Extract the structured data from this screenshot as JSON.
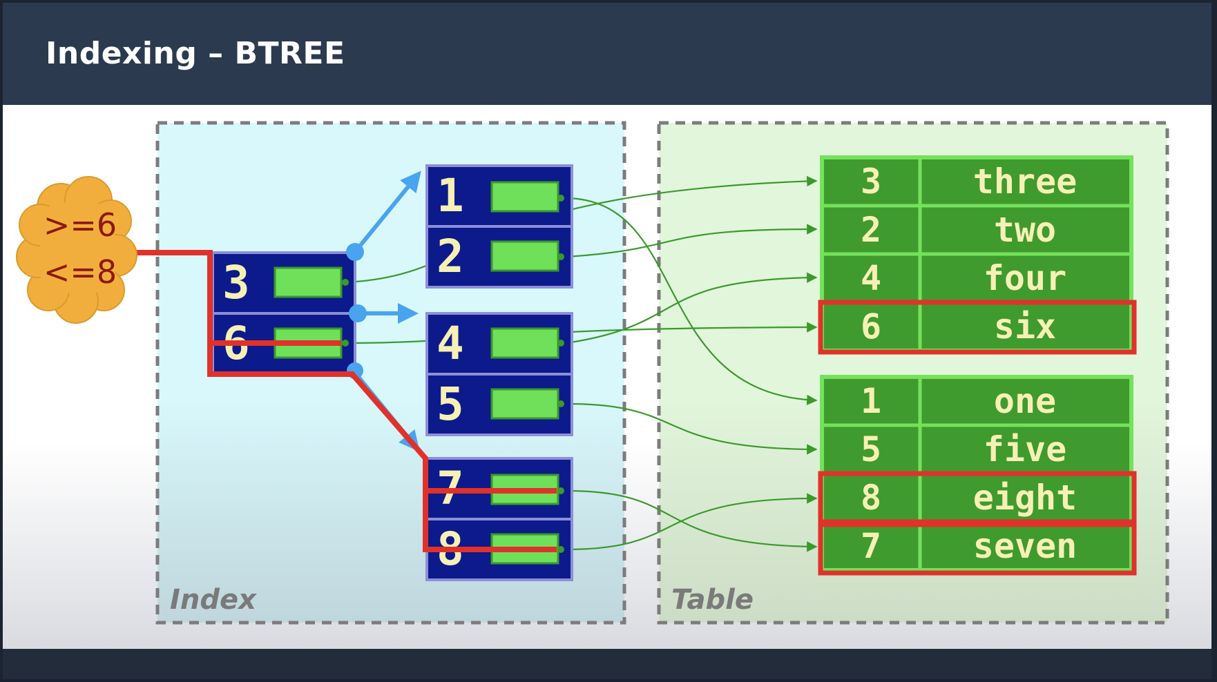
{
  "slide": {
    "title": "Indexing – BTREE"
  },
  "query": {
    "lines": [
      ">=6",
      "<=8"
    ]
  },
  "index": {
    "label": "Index",
    "root_keys": [
      "3",
      "6"
    ],
    "leaf_nodes": [
      {
        "keys": [
          "1",
          "2"
        ]
      },
      {
        "keys": [
          "4",
          "5"
        ]
      },
      {
        "keys": [
          "7",
          "8"
        ]
      }
    ]
  },
  "table": {
    "label": "Table",
    "pages": [
      {
        "rows": [
          {
            "key": "3",
            "value": "three",
            "highlighted": false
          },
          {
            "key": "2",
            "value": "two",
            "highlighted": false
          },
          {
            "key": "4",
            "value": "four",
            "highlighted": false
          },
          {
            "key": "6",
            "value": "six",
            "highlighted": true
          }
        ]
      },
      {
        "rows": [
          {
            "key": "1",
            "value": "one",
            "highlighted": false
          },
          {
            "key": "5",
            "value": "five",
            "highlighted": false
          },
          {
            "key": "8",
            "value": "eight",
            "highlighted": true
          },
          {
            "key": "7",
            "value": "seven",
            "highlighted": true
          }
        ]
      }
    ]
  },
  "colors": {
    "header_bar": "#2b3a4f",
    "index_bg": "#d8f7fb",
    "table_bg": "#e2f5dc",
    "node_fill": "#0c1a8c",
    "pointer_fill": "#6fe05a",
    "row_fill": "#3f9b2e",
    "highlight": "#e0322a",
    "tree_edge": "#4aa3ef",
    "cloud": "#f2ae3c"
  }
}
